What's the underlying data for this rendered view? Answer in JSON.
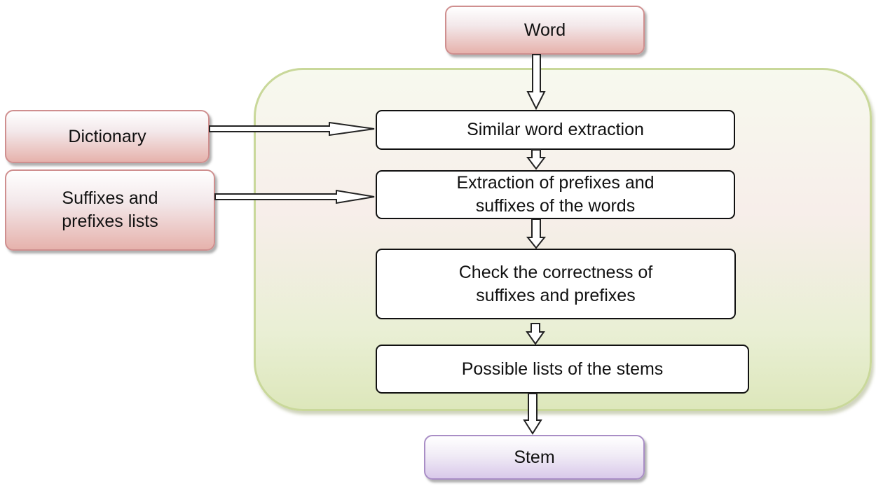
{
  "diagram": {
    "inputs": {
      "word": "Word",
      "dictionary": "Dictionary",
      "affix_lists": "Suffixes and\nprefixes lists"
    },
    "steps": {
      "similar": "Similar word extraction",
      "extraction": "Extraction of prefixes and\nsuffixes of the words",
      "check": "Check the correctness of\nsuffixes and prefixes",
      "possible": "Possible lists of the stems"
    },
    "output": {
      "stem": "Stem"
    },
    "colors": {
      "input_border": "#cf8f8f",
      "output_border": "#a98ec6",
      "container_border": "#c9d89a",
      "arrow": "#222222"
    }
  }
}
